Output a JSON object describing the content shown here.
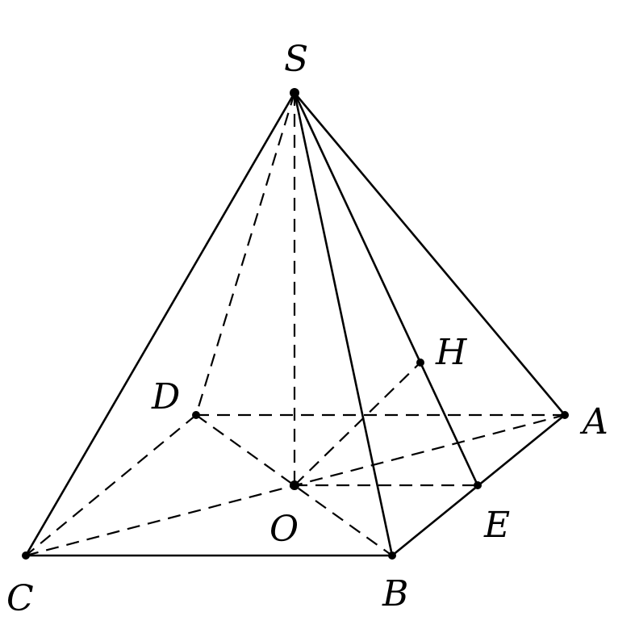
{
  "points": {
    "S": "S",
    "A": "A",
    "B": "B",
    "C": "C",
    "D": "D",
    "O": "O",
    "E": "E",
    "H": "H"
  }
}
